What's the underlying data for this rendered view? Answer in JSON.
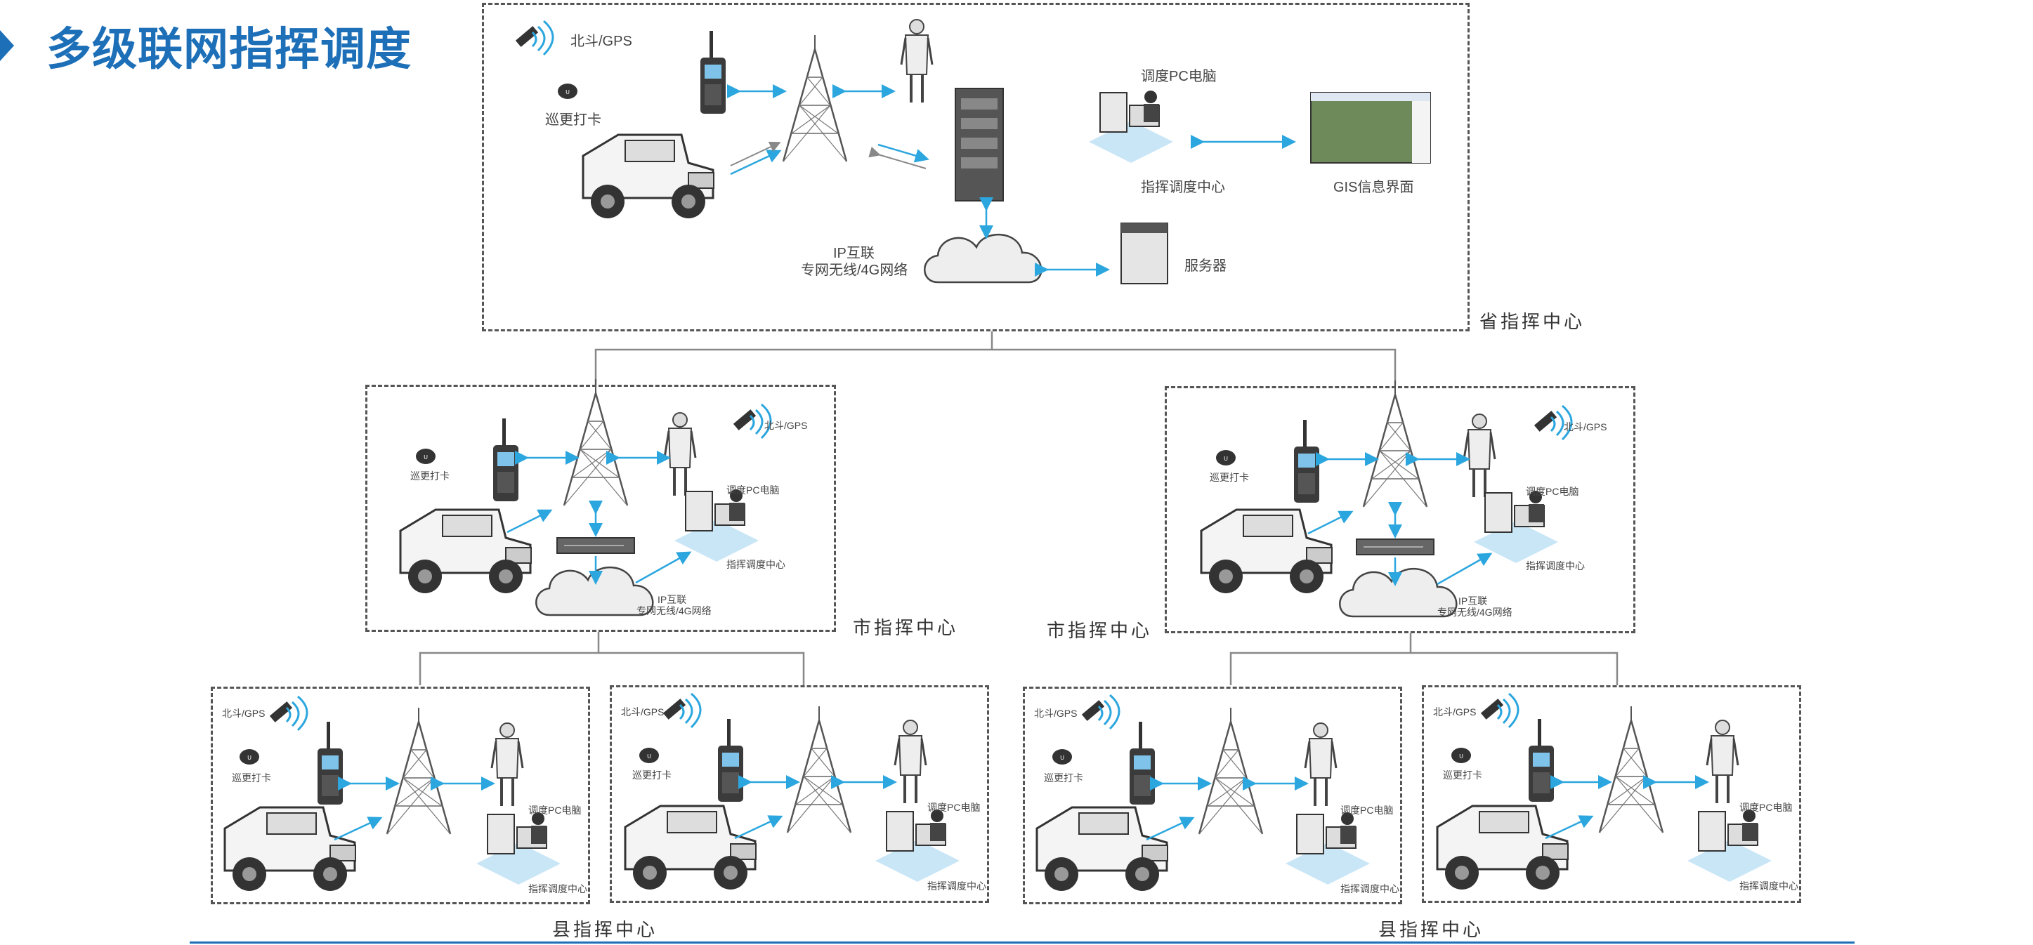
{
  "page": {
    "title": "多级联网指挥调度"
  },
  "province": {
    "caption": "省指挥中心",
    "beidou": "北斗/GPS",
    "patrol": "巡更打卡",
    "dispatch_pc": "调度PC电脑",
    "command_center": "指挥调度中心",
    "gis": "GIS信息界面",
    "ip_line1": "IP互联",
    "ip_line2": "专网无线/4G网络",
    "server": "服务器"
  },
  "city_left": {
    "caption": "市指挥中心",
    "beidou": "北斗/GPS",
    "patrol": "巡更打卡",
    "dispatch_pc": "调度PC电脑",
    "command_center": "指挥调度中心",
    "ip_line1": "IP互联",
    "ip_line2": "专网无线/4G网络"
  },
  "city_right": {
    "caption": "市指挥中心",
    "beidou": "北斗/GPS",
    "patrol": "巡更打卡",
    "dispatch_pc": "调度PC电脑",
    "command_center": "指挥调度中心",
    "ip_line1": "IP互联",
    "ip_line2": "专网无线/4G网络"
  },
  "county_caption_left": "县指挥中心",
  "county_caption_right": "县指挥中心",
  "counties": [
    {
      "beidou": "北斗/GPS",
      "patrol": "巡更打卡",
      "dispatch_pc": "调度PC电脑",
      "command_center": "指挥调度中心"
    },
    {
      "beidou": "北斗/GPS",
      "patrol": "巡更打卡",
      "dispatch_pc": "调度PC电脑",
      "command_center": "指挥调度中心"
    },
    {
      "beidou": "北斗/GPS",
      "patrol": "巡更打卡",
      "dispatch_pc": "调度PC电脑",
      "command_center": "指挥调度中心"
    },
    {
      "beidou": "北斗/GPS",
      "patrol": "巡更打卡",
      "dispatch_pc": "调度PC电脑",
      "command_center": "指挥调度中心"
    }
  ],
  "colors": {
    "accent": "#1d6fb8",
    "arrow": "#2ba6de"
  }
}
